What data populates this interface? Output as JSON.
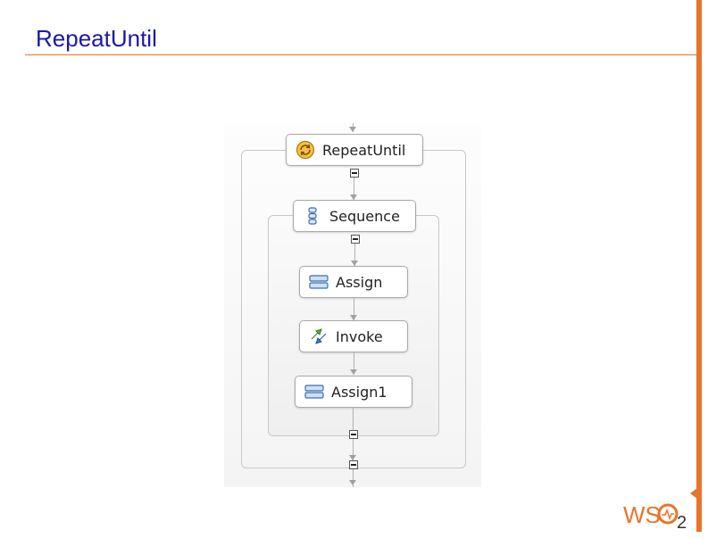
{
  "slide": {
    "title": "RepeatUntil"
  },
  "diagram": {
    "nodes": [
      {
        "id": "repeat-until",
        "label": "RepeatUntil",
        "icon": "repeat-until-icon"
      },
      {
        "id": "sequence",
        "label": "Sequence",
        "icon": "sequence-icon"
      },
      {
        "id": "assign",
        "label": "Assign",
        "icon": "assign-icon"
      },
      {
        "id": "invoke",
        "label": "Invoke",
        "icon": "invoke-icon"
      },
      {
        "id": "assign1",
        "label": "Assign1",
        "icon": "assign-icon"
      }
    ]
  },
  "logo": {
    "text": "WSO2"
  },
  "colors": {
    "accent": "#e8742a",
    "title": "#1a1aa6"
  }
}
